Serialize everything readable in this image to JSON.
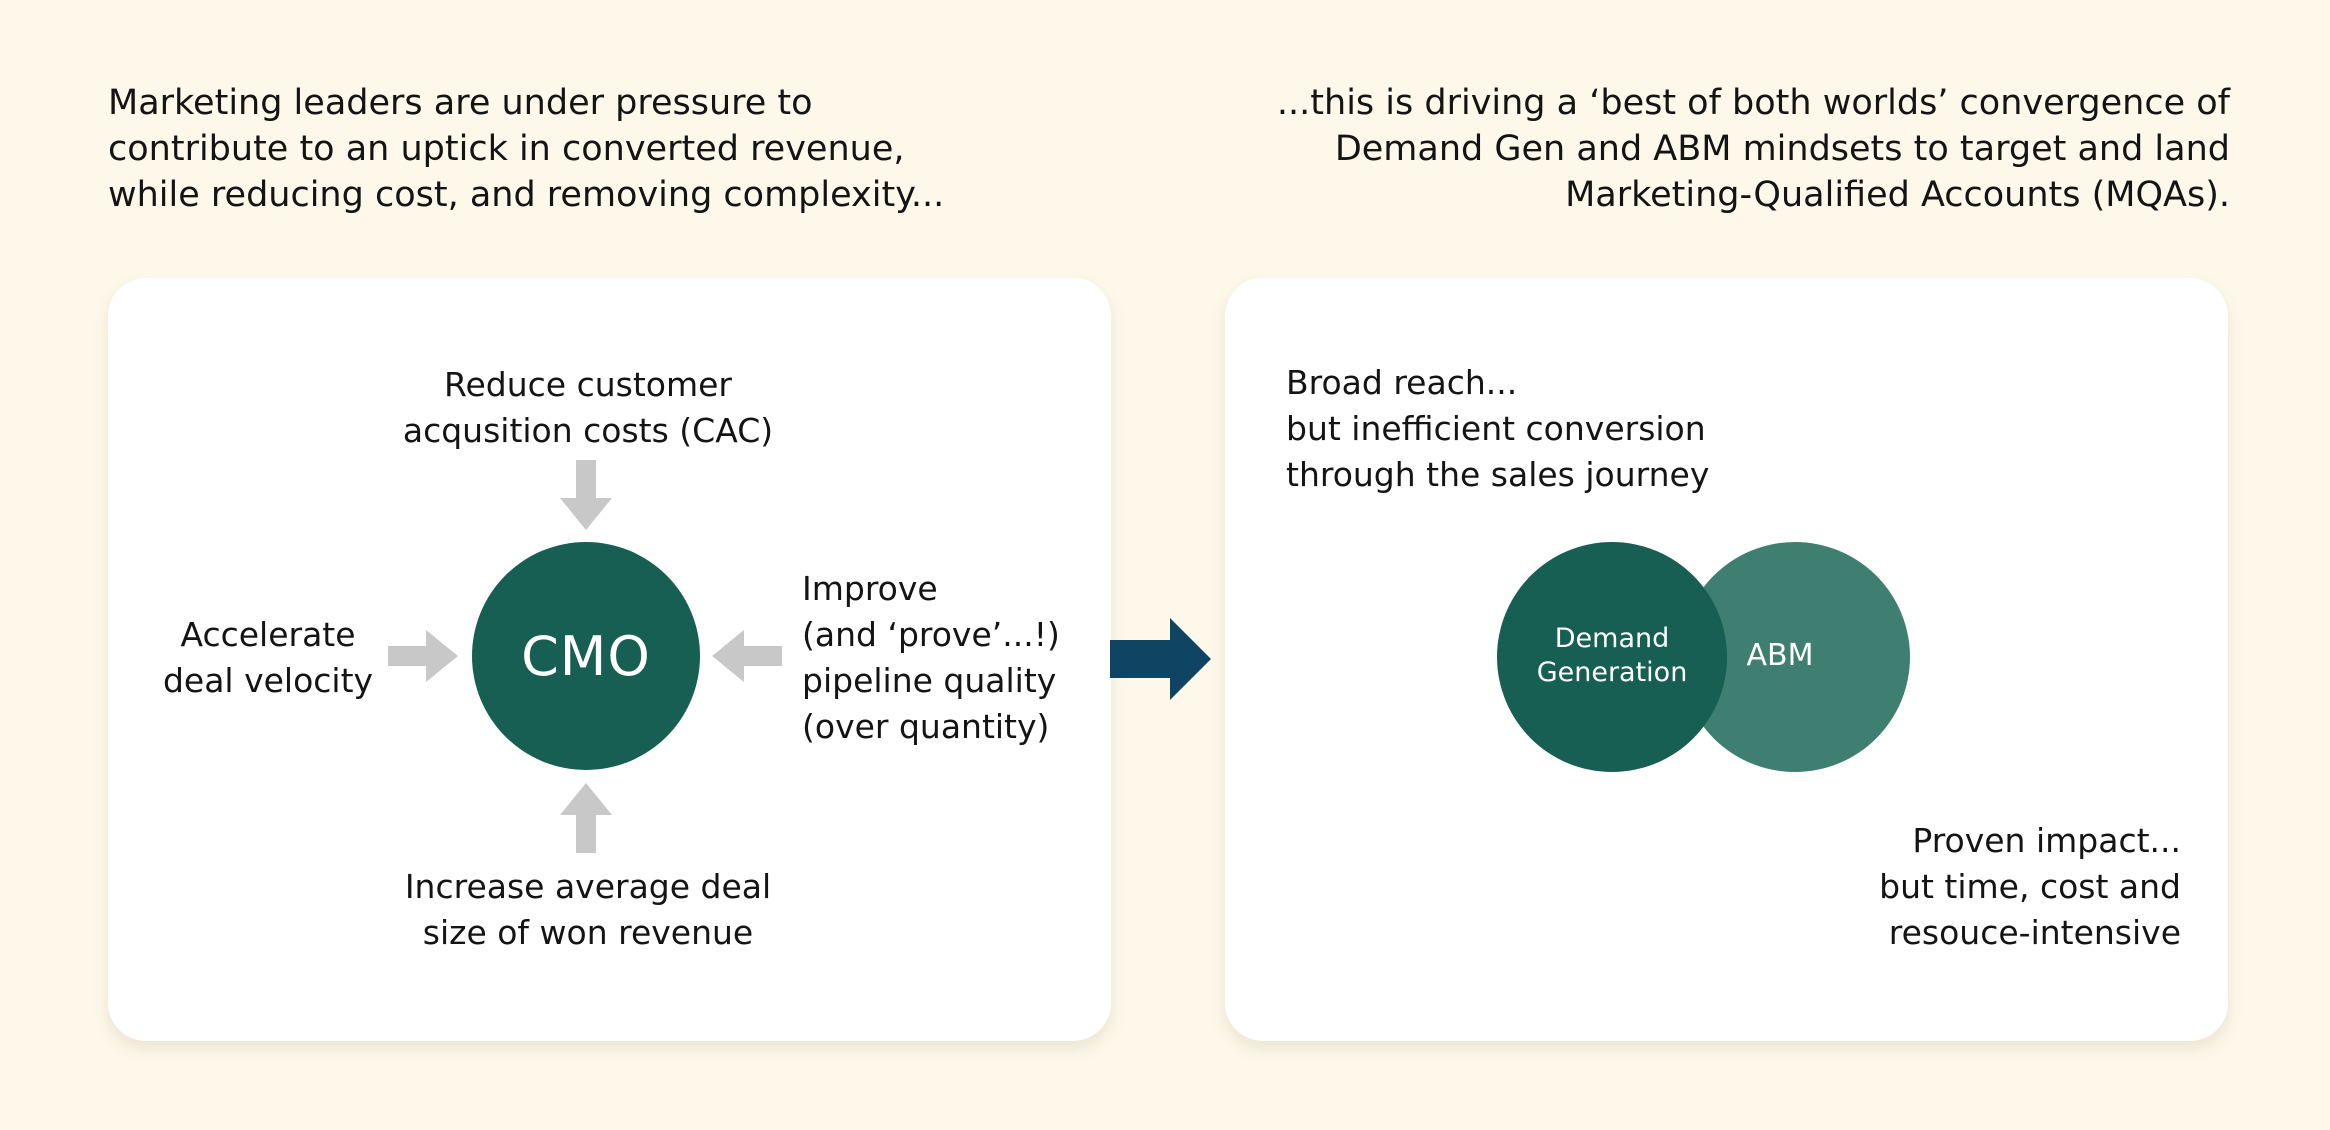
{
  "intro": {
    "left": "Marketing leaders are under pressure to\ncontribute to an uptick in converted revenue,\nwhile reducing cost, and removing complexity...",
    "right": "...this is driving a ‘best of both worlds’ convergence of\nDemand Gen and ABM mindsets to target and land\nMarketing-Qualified Accounts (MQAs)."
  },
  "left_panel": {
    "center_label": "CMO",
    "top": "Reduce customer\nacqusition costs (CAC)",
    "left": "Accelerate\ndeal velocity",
    "right": "Improve\n(and ‘prove’...!)\npipeline quality\n(over quantity)",
    "bottom": "Increase average deal\nsize of won revenue"
  },
  "right_panel": {
    "top_note": "Broad reach...\nbut inefficient conversion\nthrough the sales journey",
    "bottom_note": "Proven impact...\nbut time, cost and\nresouce-intensive",
    "venn": {
      "left_label": "Demand\nGeneration",
      "right_label": "ABM"
    }
  },
  "colors": {
    "background": "#fdf8ea",
    "cmo_circle": "#175f52",
    "demand_gen_circle": "#175f52",
    "abm_circle": "#3f7f71",
    "small_arrows": "#c8c8c8",
    "transition_arrow": "#0f4562"
  },
  "icons": {
    "small_arrows": "arrow-icon",
    "transition": "right-arrow-icon"
  }
}
